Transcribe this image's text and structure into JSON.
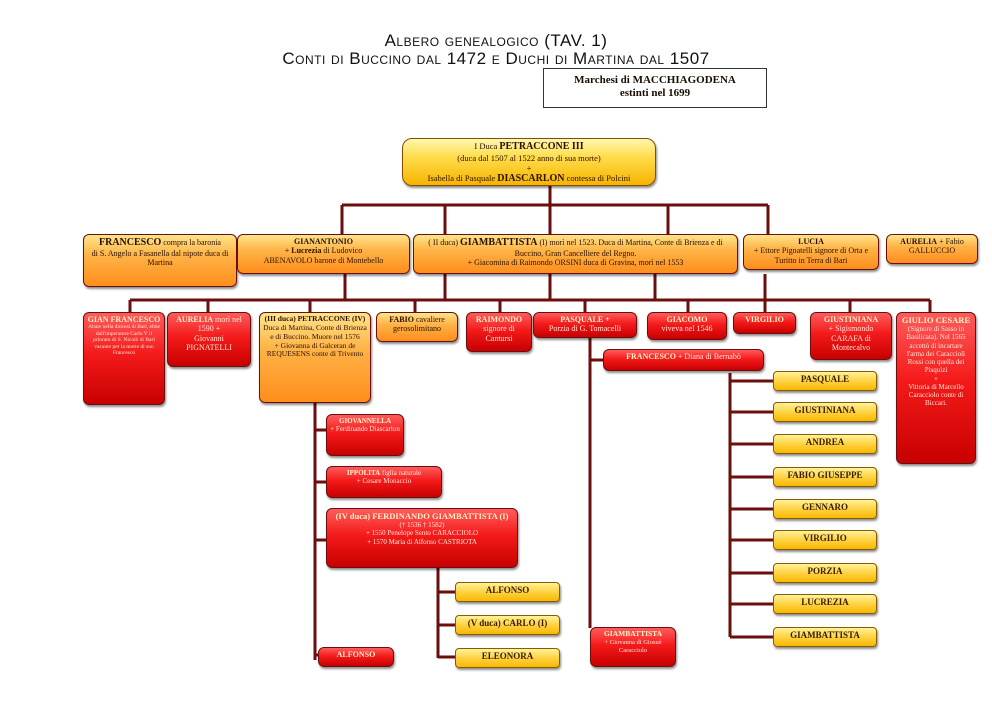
{
  "title": {
    "line1": "Albero genealogico  (TAV.  1)",
    "line2": "Conti di Buccino dal 1472 e Duchi di Martina dal 1507"
  },
  "marchesi": {
    "line1": "Marchesi di MACCHIAGODENA",
    "line2": "estinti  nel 1699"
  },
  "colors": {
    "line": "#6b0e0e",
    "orange": "#ff9a2a",
    "red": "#e00000",
    "yellow": "#ffd54a"
  },
  "root": {
    "prefix": "I Duca ",
    "name": "PETRACCONE III",
    "l2": "(duca dal 1507 al 1522 anno di sua morte)",
    "l3": "+",
    "l4a": "Isabella di Pasquale ",
    "l4b": "DIASCARLON",
    "l4c": " contessa di Polcini"
  },
  "gen2": {
    "francesco": {
      "name": "FRANCESCO",
      "t1": " compra la baronia",
      "t2": "di S. Angelo a Fasanella dal nipote duca di Martina"
    },
    "gianantonio": {
      "name": "GIANANTONIO",
      "t1": "+  ",
      "t2": "Lucrezia",
      "t3": " di Ludovico",
      "t4": "ABENAVOLO barone di Montebello"
    },
    "giambattista": {
      "pre": "( II duca) ",
      "name": "GIAMBATTISTA",
      "mid": " (I)",
      "t1": " morì nel 1523. Duca di Martina, Conte di Brienza e di Buccino, Gran Cancelliere del Regno.",
      "t2": "+ Giacomina di Raimondo ORSINI duca di Gravina, morì nel 1553"
    },
    "lucia": {
      "name": "LUCIA",
      "t1": "+  Ettore Pignatelli signore di Orta e Turitto in Terra di Bari"
    },
    "aurelia": {
      "name": "AURELIA",
      "t1": " + Fabio",
      "t2": "GALLUCCIO"
    }
  },
  "gen3": {
    "gianfrancesco": {
      "name": "GIAN FRANCESCO",
      "t1": "Abate nella diocesi di Bari, ebbe dall'imperatore Carlo V il priorato di S. Nicolò di Bari vacante per la morte di suo Francesco"
    },
    "aurelia2": {
      "name": "AURELIA",
      "t1": " morì nel 1590 +",
      "t2": "Giovanni",
      "t3": "PIGNATELLI"
    },
    "petraccone4": {
      "name": "(III duca) PETRACCONE (IV)",
      "t1": "Duca di Martina, Conte di Brienza e di Buccino. Muore nel 1576",
      "t2": "+ Giovanna di Galceran de REQUESENS conte di Trivento"
    },
    "fabio": {
      "name": "FABIO",
      "t1": " cavaliere gerosolimitano"
    },
    "raimondo": {
      "name": "RAIMONDO",
      "t1": "signore di Cantursi"
    },
    "pasquale": {
      "name": "PASQUALE +",
      "t1": "Porzia di G. Tomacelli"
    },
    "giacomo": {
      "name": "GIACOMO",
      "t1": "viveva nel 1546"
    },
    "virgilio": {
      "name": "VIRGILIO"
    },
    "giustiniana": {
      "name": "GIUSTINIANA",
      "t1": "+ Sigismondo CARAFA di Montecalvo"
    },
    "giuliocesare": {
      "name": "GIULIO CESARE",
      "t1": "(Signore di Sasso in Basilicata). Nel 1565 accettò di incartare l'arma dei Caracciolì Rossi con quella dei Pisquizi",
      "t2": "+",
      "t3": "Vittoria di Marcello Caracciolo conte di Biccari."
    }
  },
  "gen4": {
    "giovannella": {
      "name": "GIOVANNELLA",
      "t1": "+ Ferdinando Diascarlon"
    },
    "ippolita": {
      "name": "IPPOLITA",
      "t1": " figlia naturale",
      "t2": "+ Cesare Monaccio"
    },
    "ferdinando": {
      "name": "(IV duca) FERDINANDO GIAMBATTISTA (I)",
      "t1": "(† 1536 † 1582)",
      "t2": "+ 1550 Penelope Sento CARACCIOLO",
      "t3": "+ 1570 Maria di Alfonso CASTRIOTA"
    },
    "alfonso1": {
      "name": "ALFONSO"
    },
    "francesco2": {
      "name": "FRANCESCO",
      "t1": " + Diana di Bernabò"
    },
    "giambattista2": {
      "name": "GIAMBATTISTA",
      "t1": "+ Giovanna di Giosuè Caracciolo"
    }
  },
  "gen5": {
    "alfonso2": "ALFONSO",
    "carlo": "(V duca) CARLO (I)",
    "eleonora": "ELEONORA"
  },
  "francesco_children": [
    "PASQUALE",
    "GIUSTINIANA",
    "ANDREA",
    "FABIO GIUSEPPE",
    "GENNARO",
    "VIRGILIO",
    "PORZIA",
    "LUCREZIA",
    "GIAMBATTISTA"
  ]
}
